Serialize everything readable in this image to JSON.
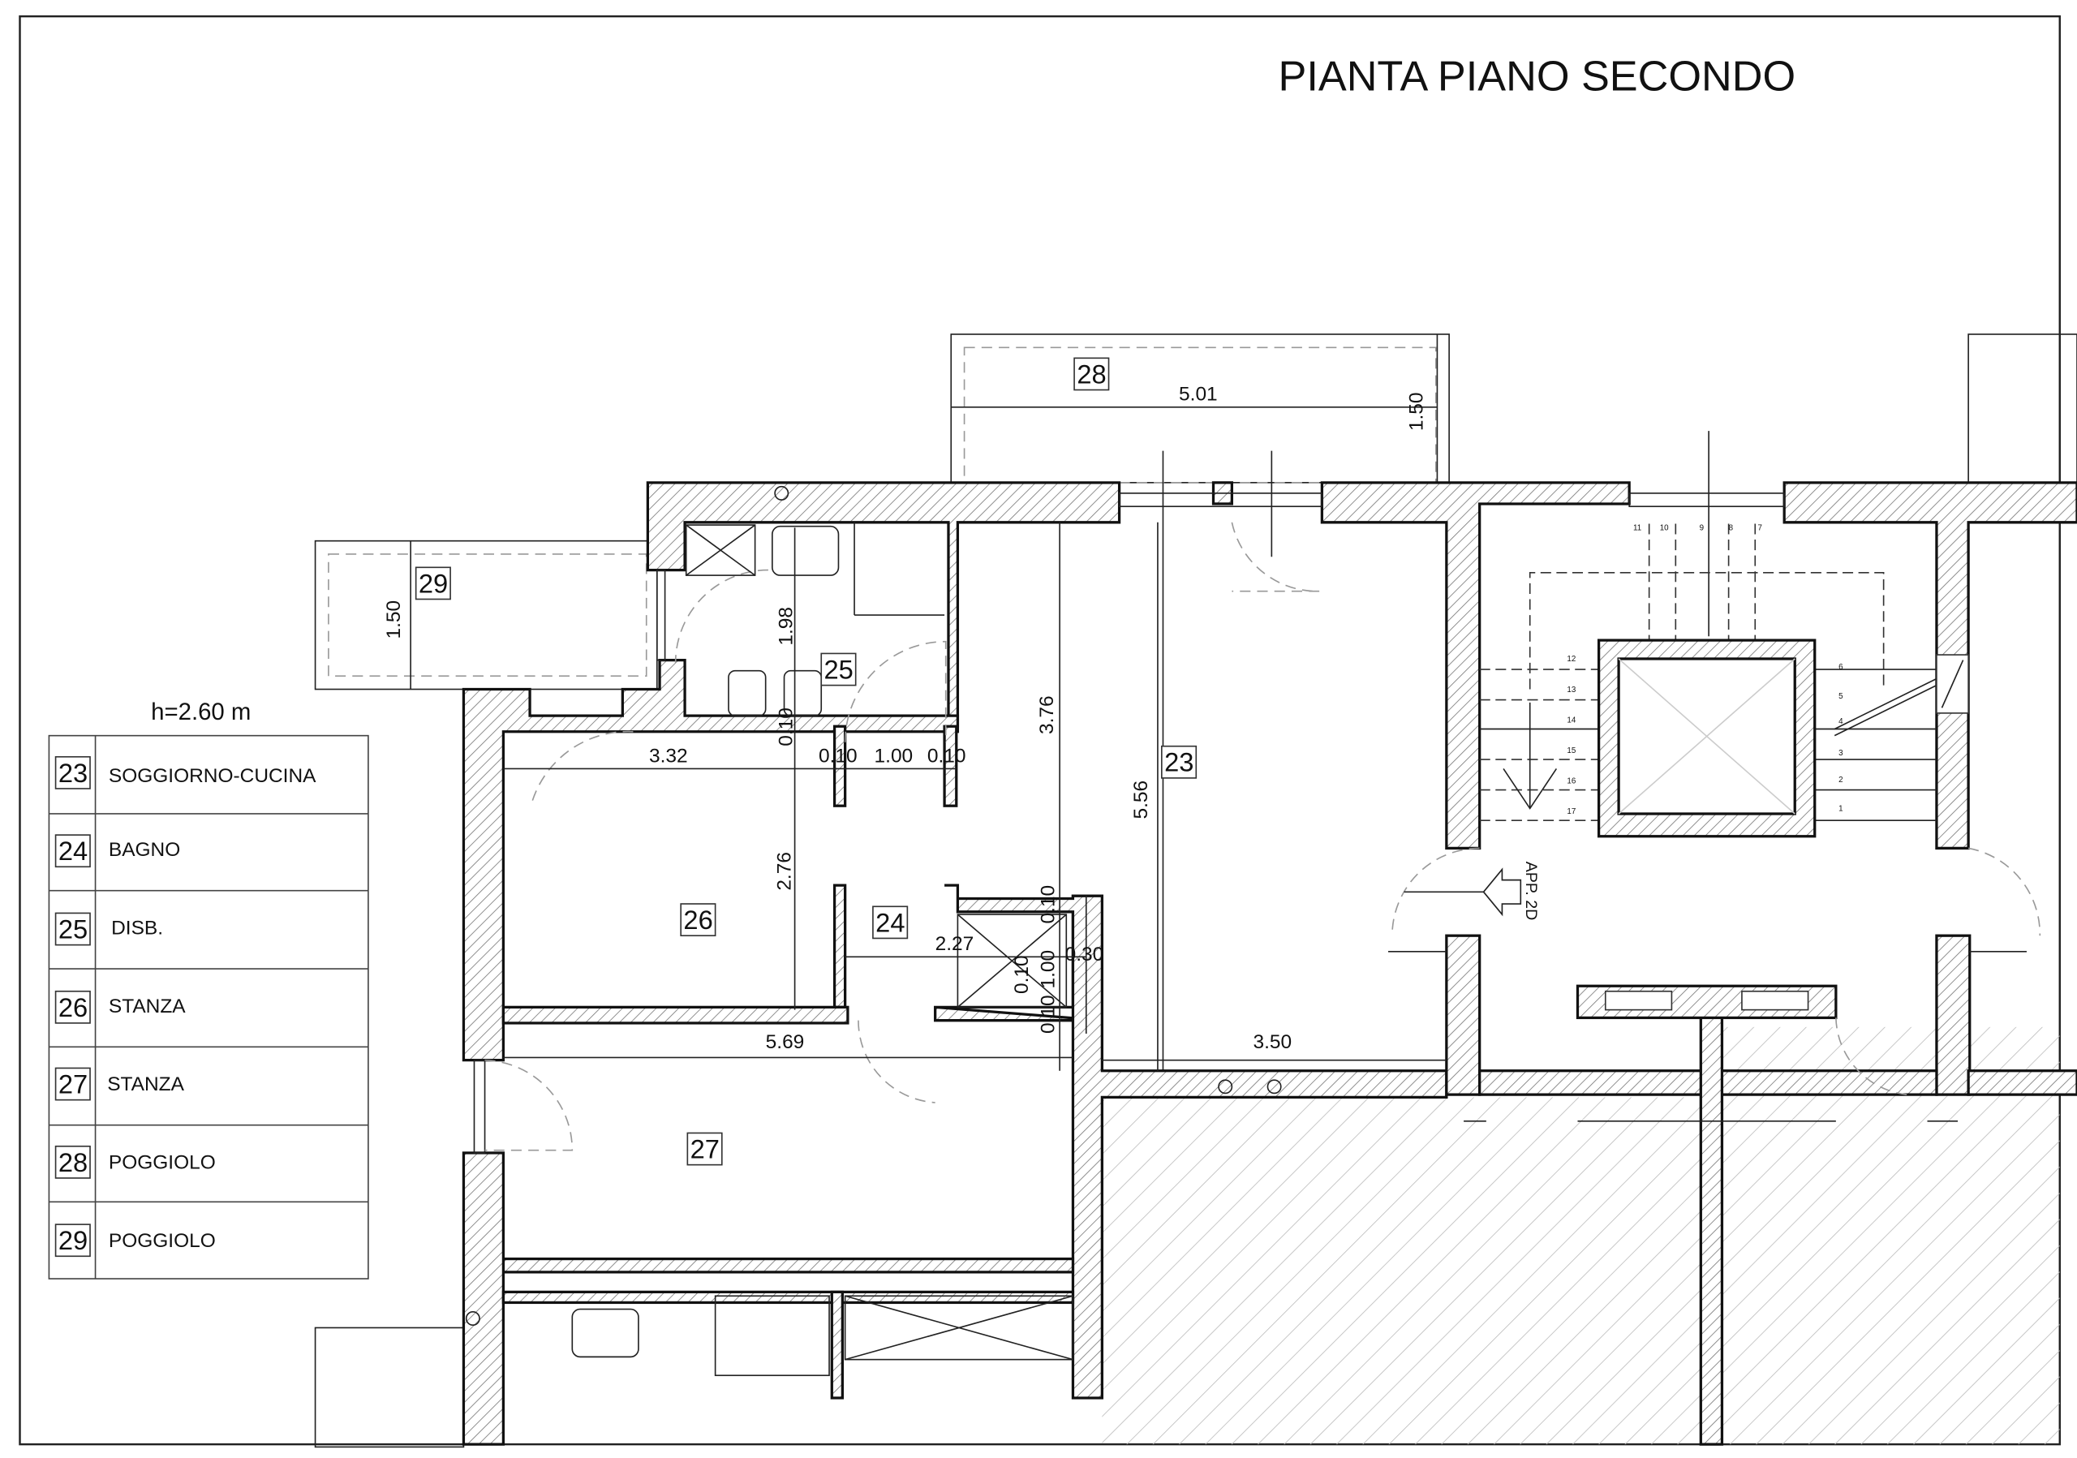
{
  "title": "PIANTA PIANO SECONDO",
  "height_note": "h=2.60 m",
  "legend": [
    {
      "num": "23",
      "name": "SOGGIORNO-CUCINA"
    },
    {
      "num": "24",
      "name": "BAGNO"
    },
    {
      "num": "25",
      "name": "DISB."
    },
    {
      "num": "26",
      "name": "STANZA"
    },
    {
      "num": "27",
      "name": "STANZA"
    },
    {
      "num": "28",
      "name": "POGGIOLO"
    },
    {
      "num": "29",
      "name": "POGGIOLO"
    }
  ],
  "room_tags": {
    "r23": "23",
    "r24": "24",
    "r25": "25",
    "r26": "26",
    "r27": "27",
    "r28": "28",
    "r29": "29"
  },
  "dimensions": {
    "balcony28_width": "5.01",
    "balcony28_depth": "1.50",
    "balcony29_depth": "1.50",
    "disb_depth": "1.98",
    "wall_010_a": "0.10",
    "wall_010_b": "0.10",
    "door_100": "1.00",
    "wall_010_c": "0.10",
    "room26_width": "3.32",
    "room26_depth": "2.76",
    "living_depth_a": "3.76",
    "living_depth_b": "5.56",
    "living_width": "3.50",
    "bath_width": "2.27",
    "shaft_010_a": "0.10",
    "shaft_100": "1.00",
    "shaft_010_b": "0.10",
    "shaft_010_c": "0.10",
    "shaft_030": "0.30",
    "room27_width": "5.69"
  },
  "stairs": {
    "left_steps": [
      "12",
      "13",
      "14",
      "15",
      "16",
      "17"
    ],
    "right_steps": [
      "6",
      "5",
      "4",
      "3",
      "2",
      "1"
    ],
    "top_steps": [
      "11",
      "10",
      "9",
      "8",
      "7"
    ],
    "entrance_label": "APP. 2D"
  }
}
